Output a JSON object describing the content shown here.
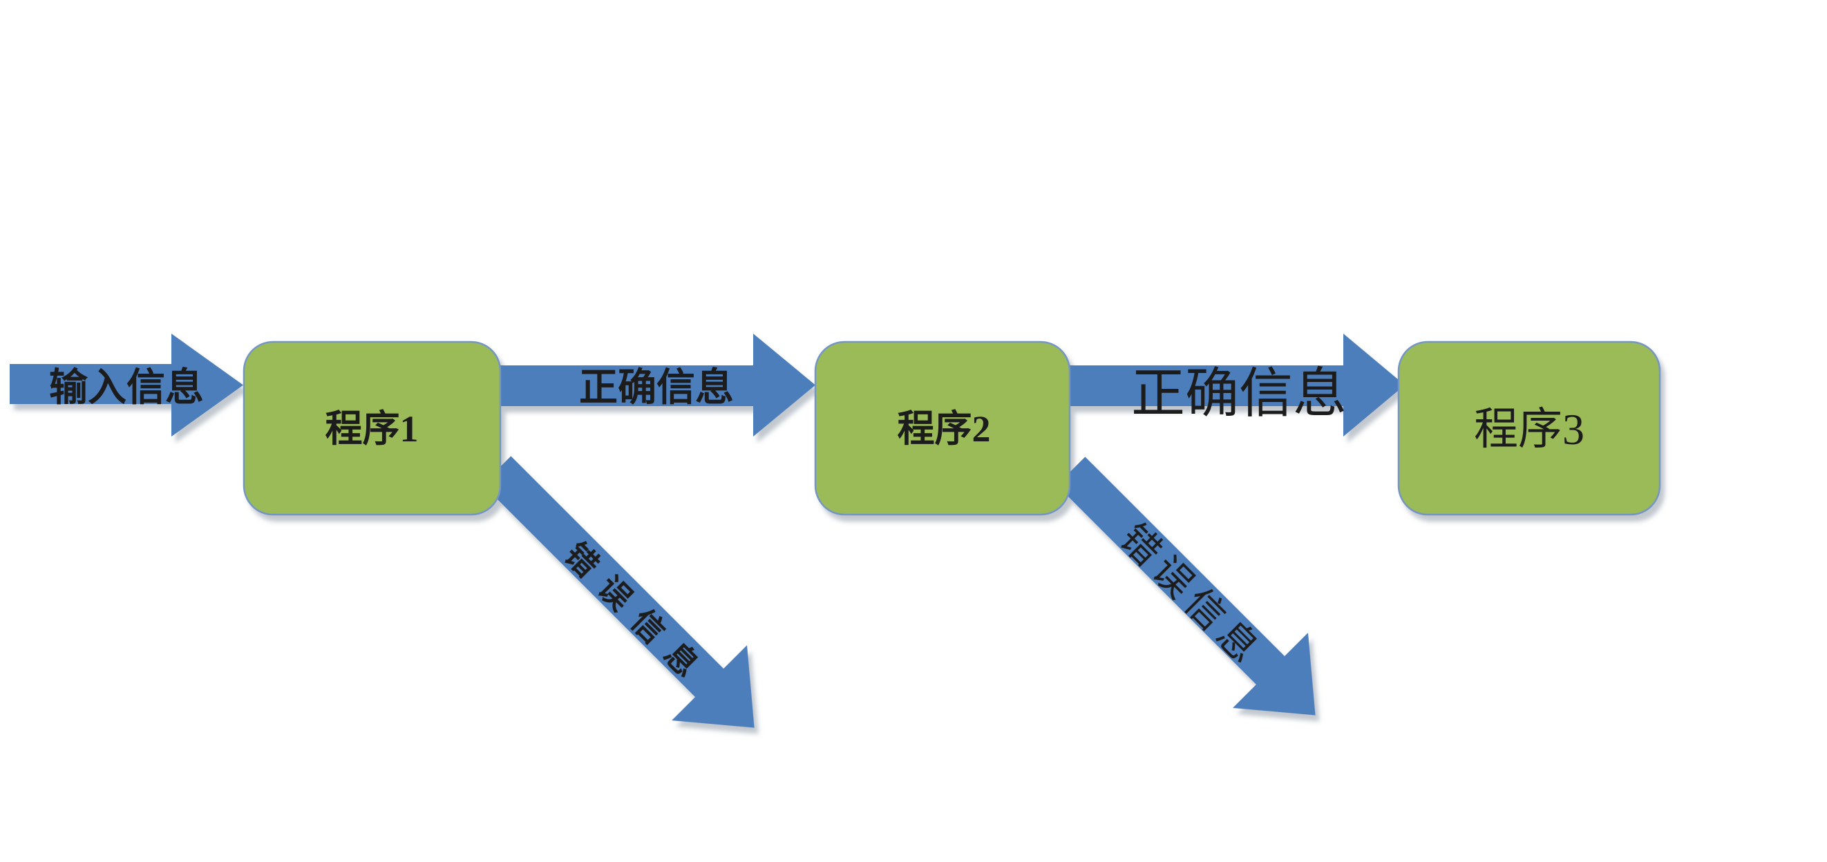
{
  "diagram": {
    "background": "#ffffff",
    "boxes": [
      {
        "label": "程序1"
      },
      {
        "label": "程序2"
      },
      {
        "label": "程序3"
      }
    ],
    "flow_labels": {
      "input": "输入信息",
      "correct1": "正确信息",
      "correct2": "正确信息",
      "error1": "错误信息",
      "error2": "错误信息"
    },
    "colors": {
      "arrow_fill": "#4d7ebc",
      "box_fill": "#9bbb59",
      "box_border": "#7496c4",
      "text": "#1c1c1c",
      "shadow": "#9aa4b0"
    }
  }
}
